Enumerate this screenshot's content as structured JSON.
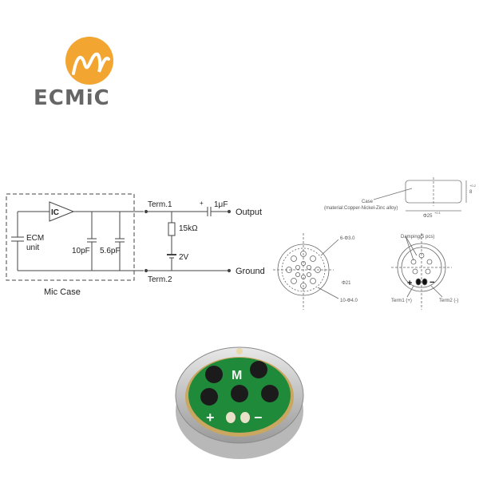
{
  "brand": {
    "name": "ECMiC",
    "logo_color": "#F2A531",
    "logo_text_color": "#6e6e6e"
  },
  "circuit": {
    "ic_label": "IC",
    "ecm_label_line1": "ECM",
    "ecm_label_line2": "unit",
    "cap1_label": "10pF",
    "cap2_label": "5.6pF",
    "term1_label": "Term.1",
    "term2_label": "Term.2",
    "resistor_label": "15kΩ",
    "supply_label": "2V",
    "coupling_cap_label": "1μF",
    "plus_label": "+",
    "output_label": "Output",
    "ground_label": "Ground",
    "enclosure_label": "Mic Case"
  },
  "case_drawing": {
    "case_label": "Case",
    "material_label": "(material:Copper-Nickel-Zinc alloy)",
    "diameter_label": "Φ25",
    "diameter_tol": "+0.1",
    "height_label": "8",
    "height_tol": "+0.2"
  },
  "front_view": {
    "holes_small_label": "6-Φ3.0",
    "holes_large_label": "10-Φ4.0",
    "inner_diameter_label": "Φ21"
  },
  "pads_view": {
    "damping_label": "Damping(5 pcs)",
    "term1_label": "Term1 (+)",
    "term2_label": "Term2 (-)"
  },
  "photo": {
    "center_letter": "M",
    "plus_symbol": "+",
    "minus_symbol": "−"
  }
}
